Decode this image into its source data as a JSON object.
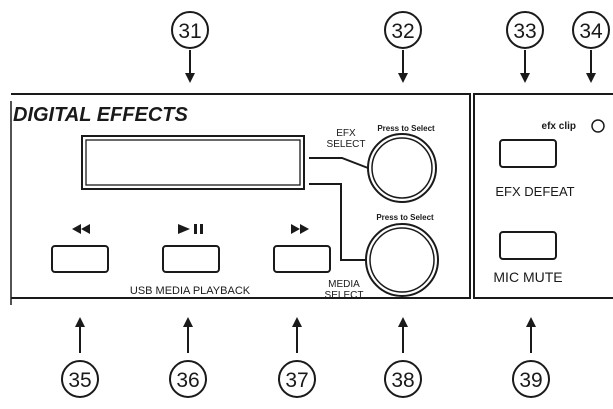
{
  "panel": {
    "title": "DIGITAL EFFECTS",
    "efx_select_line1": "EFX",
    "efx_select_line2": "SELECT",
    "press_to_select_top": "Press to Select",
    "press_to_select_bottom": "Press to Select",
    "media_select_line1": "MEDIA",
    "media_select_line2": "SELECT",
    "rewind_icon": "rewind-icon",
    "play_pause_icon": "play-pause-icon",
    "fast_forward_icon": "fast-forward-icon",
    "usb_media_playback": "USB MEDIA PLAYBACK",
    "efx_clip": "efx clip",
    "efx_defeat": "EFX DEFEAT",
    "mic_mute": "MIC MUTE"
  },
  "callouts": {
    "c31": "31",
    "c32": "32",
    "c33": "33",
    "c34": "34",
    "c35": "35",
    "c36": "36",
    "c37": "37",
    "c38": "38",
    "c39": "39"
  },
  "colors": {
    "ink": "#1a1a1a",
    "background": "#ffffff"
  }
}
